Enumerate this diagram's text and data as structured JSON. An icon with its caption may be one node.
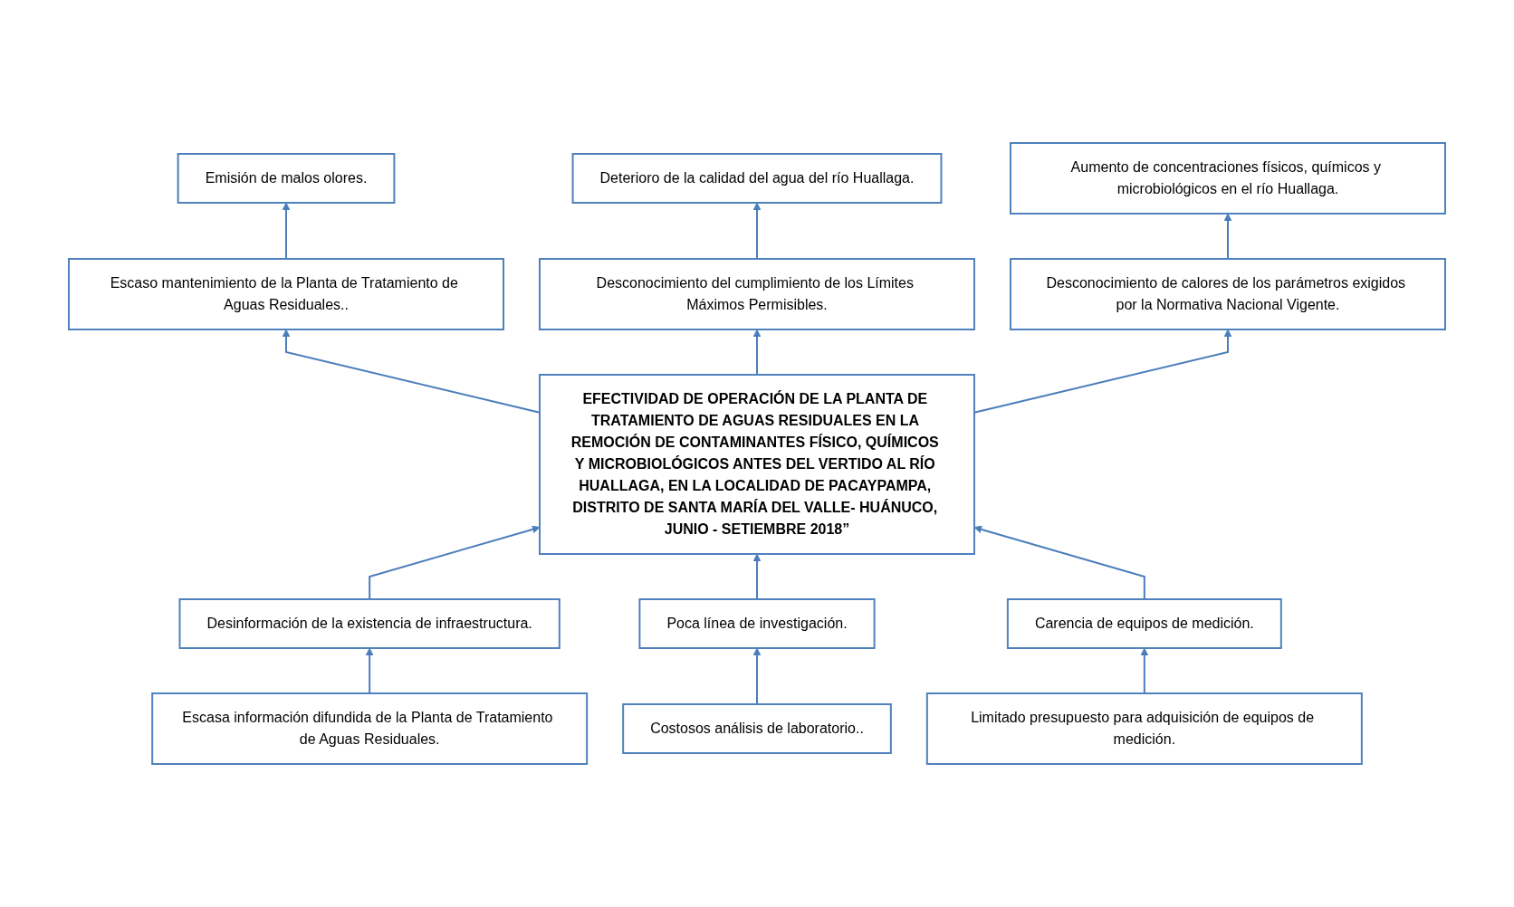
{
  "diagram": {
    "nodes": [
      {
        "text": [
          "Emisión de malos olores."
        ]
      },
      {
        "text": [
          "Deterioro de la calidad del agua del río Huallaga."
        ]
      },
      {
        "text": [
          "Aumento de concentraciones físicos, químicos y microbiológicos en el río Huallaga."
        ]
      },
      {
        "text": [
          "Escaso mantenimiento de la Planta de Tratamiento de Aguas Residuales.."
        ]
      },
      {
        "text": [
          "Desconocimiento del cumplimiento de los Límites Máximos Permisibles."
        ]
      },
      {
        "text": [
          "Desconocimiento de calores de los parámetros exigidos por la Normativa Nacional Vigente."
        ]
      },
      {
        "text": [
          "EFECTIVIDAD DE OPERACIÓN DE LA PLANTA DE TRATAMIENTO DE AGUAS RESIDUALES EN LA REMOCIÓN DE CONTAMINANTES FÍSICO, QUÍMICOS Y MICROBIOLÓGICOS ANTES DEL VERTIDO AL RÍO HUALLAGA, EN LA LOCALIDAD DE PACAYPAMPA, DISTRITO DE SANTA MARÍA DEL VALLE- HUÁNUCO, JUNIO - SETIEMBRE 2018”"
        ]
      },
      {
        "text": [
          "Desinformación de la existencia de infraestructura."
        ]
      },
      {
        "text": [
          "Poca línea de investigación."
        ]
      },
      {
        "text": [
          "Carencia de equipos de medición."
        ]
      },
      {
        "text": [
          "Escasa información difundida de la Planta de Tratamiento de Aguas Residuales."
        ]
      },
      {
        "text": [
          "Costosos análisis de laboratorio.."
        ]
      },
      {
        "text": [
          "Limitado presupuesto para adquisición de equipos de medición."
        ]
      }
    ],
    "edges": [
      {
        "from": 3,
        "to": 0,
        "arrow": "to"
      },
      {
        "from": 4,
        "to": 1,
        "arrow": "to"
      },
      {
        "from": 5,
        "to": 2,
        "arrow": "to"
      },
      {
        "from": 6,
        "to": 3,
        "arrow": "to"
      },
      {
        "from": 6,
        "to": 4,
        "arrow": "to"
      },
      {
        "from": 6,
        "to": 5,
        "arrow": "to"
      },
      {
        "from": 7,
        "to": 6,
        "arrow": "to"
      },
      {
        "from": 8,
        "to": 6,
        "arrow": "to"
      },
      {
        "from": 9,
        "to": 6,
        "arrow": "to"
      },
      {
        "from": 10,
        "to": 7,
        "arrow": "to"
      },
      {
        "from": 11,
        "to": 8,
        "arrow": "to"
      },
      {
        "from": 12,
        "to": 9,
        "arrow": "to"
      }
    ]
  }
}
